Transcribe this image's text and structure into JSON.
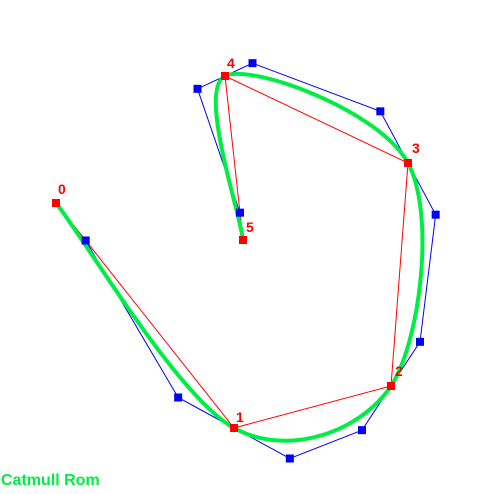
{
  "caption": "Catmull Rom",
  "colors": {
    "background": "#ffffff",
    "control_points": "#ff0000",
    "control_polygon": "#ff0000",
    "bezier_points": "#0000ff",
    "bezier_polygon": "#0000ff",
    "curve": "#00ee44",
    "labels": "#ff0000",
    "caption": "#00ee44"
  },
  "control_points": [
    {
      "label": "0"
    },
    {
      "label": "1"
    },
    {
      "label": "2"
    },
    {
      "label": "3"
    },
    {
      "label": "4"
    },
    {
      "label": "5"
    }
  ]
}
